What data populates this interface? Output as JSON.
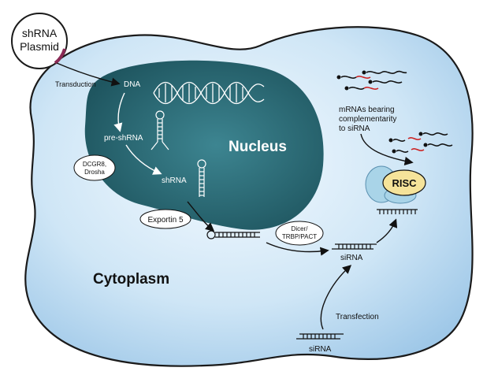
{
  "plasmid": {
    "line1": "shRNA",
    "line2": "Plasmid"
  },
  "labels": {
    "transduction": "Transduction",
    "dna": "DNA",
    "pre_shrna": "pre-shRNA",
    "shrna": "shRNA",
    "nucleus": "Nucleus",
    "cytoplasm": "Cytoplasm",
    "mrna_line1": "mRNAs bearing",
    "mrna_line2": "complementarity",
    "mrna_line3": "to siRNA",
    "risc": "RISC",
    "sirna_inner": "siRNA",
    "transfection": "Transfection",
    "sirna_outer": "siRNA"
  },
  "badges": {
    "dcgr8_line1": "DCGR8,",
    "dcgr8_line2": "Drosha",
    "exportin": "Exportin 5",
    "dicer_line1": "Dicer/",
    "dicer_line2": "TRBP/PACT"
  },
  "colors": {
    "cell_fill": "#cfe6f6",
    "cell_stroke": "#1a1a1a",
    "nucleus_fill": "#2b6873",
    "plasmid_accent": "#8a2a55",
    "mrna_cleaved": "#cc2222"
  }
}
